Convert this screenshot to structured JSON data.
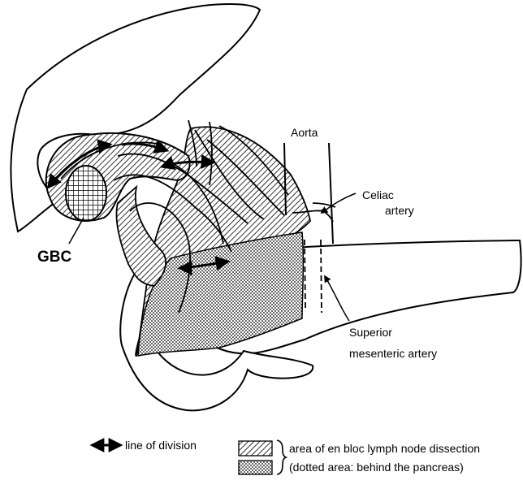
{
  "labels": {
    "aorta": "Aorta",
    "celiac_line1": "Celiac",
    "celiac_line2": "artery",
    "gbc": "GBC",
    "sma_line1": "Superior",
    "sma_line2": "mesenteric artery"
  },
  "legend": {
    "division": "line of division",
    "hatched_line1": "area of en bloc lymph node dissection",
    "dotted_line2": "(dotted area: behind the pancreas)"
  },
  "icons": {
    "division": "double-headed-arrow-icon",
    "hatched": "diagonal-hatch-swatch",
    "dotted": "dotted-swatch",
    "tumor": "crosshatch-tumor-pattern"
  }
}
